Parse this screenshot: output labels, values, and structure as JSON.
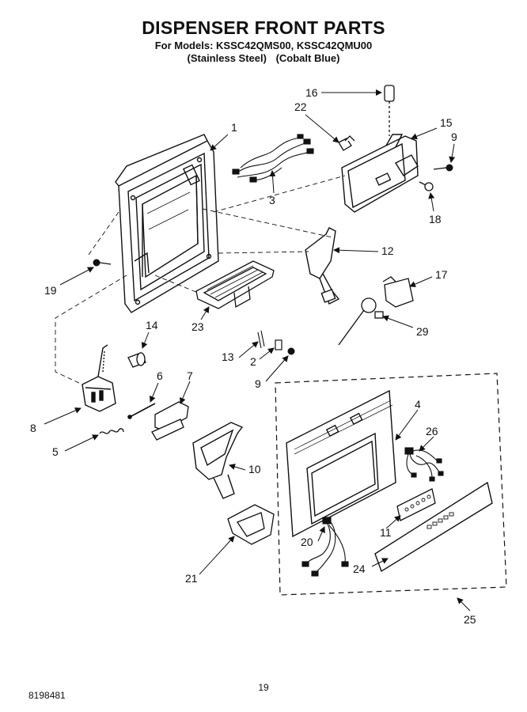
{
  "header": {
    "title": "DISPENSER FRONT PARTS",
    "models_line": "For Models: KSSC42QMS00, KSSC42QMU00",
    "finish_1": "(Stainless Steel)",
    "finish_2": "(Cobalt Blue)"
  },
  "callouts": {
    "c1": "1",
    "c2": "2",
    "c3": "3",
    "c4": "4",
    "c5": "5",
    "c6": "6",
    "c7": "7",
    "c8": "8",
    "c9a": "9",
    "c9b": "9",
    "c10": "10",
    "c11": "11",
    "c12": "12",
    "c13": "13",
    "c14": "14",
    "c15": "15",
    "c16": "16",
    "c17": "17",
    "c18": "18",
    "c19": "19",
    "c20": "20",
    "c21": "21",
    "c22": "22",
    "c23": "23",
    "c24": "24",
    "c25": "25",
    "c26": "26",
    "c29": "29"
  },
  "footer": {
    "page_number": "19",
    "document_number": "8198481"
  }
}
